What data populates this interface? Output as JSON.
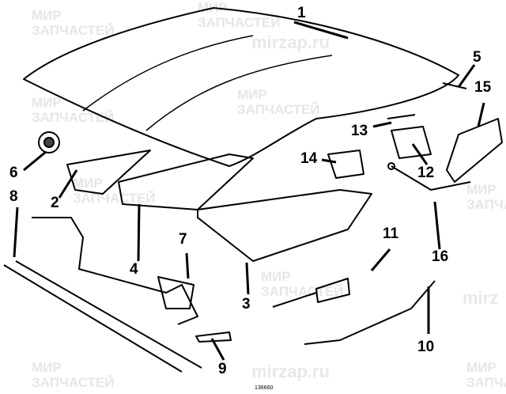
{
  "watermark": {
    "line1": "МИР",
    "line2": "ЗАПЧАСТЕЙ",
    "site": "mirzap.ru",
    "site_short": "mirz"
  },
  "callouts": [
    "1",
    "2",
    "3",
    "4",
    "5",
    "6",
    "7",
    "8",
    "9",
    "10",
    "11",
    "12",
    "13",
    "14",
    "15",
    "16"
  ],
  "diagram_code": "136660"
}
